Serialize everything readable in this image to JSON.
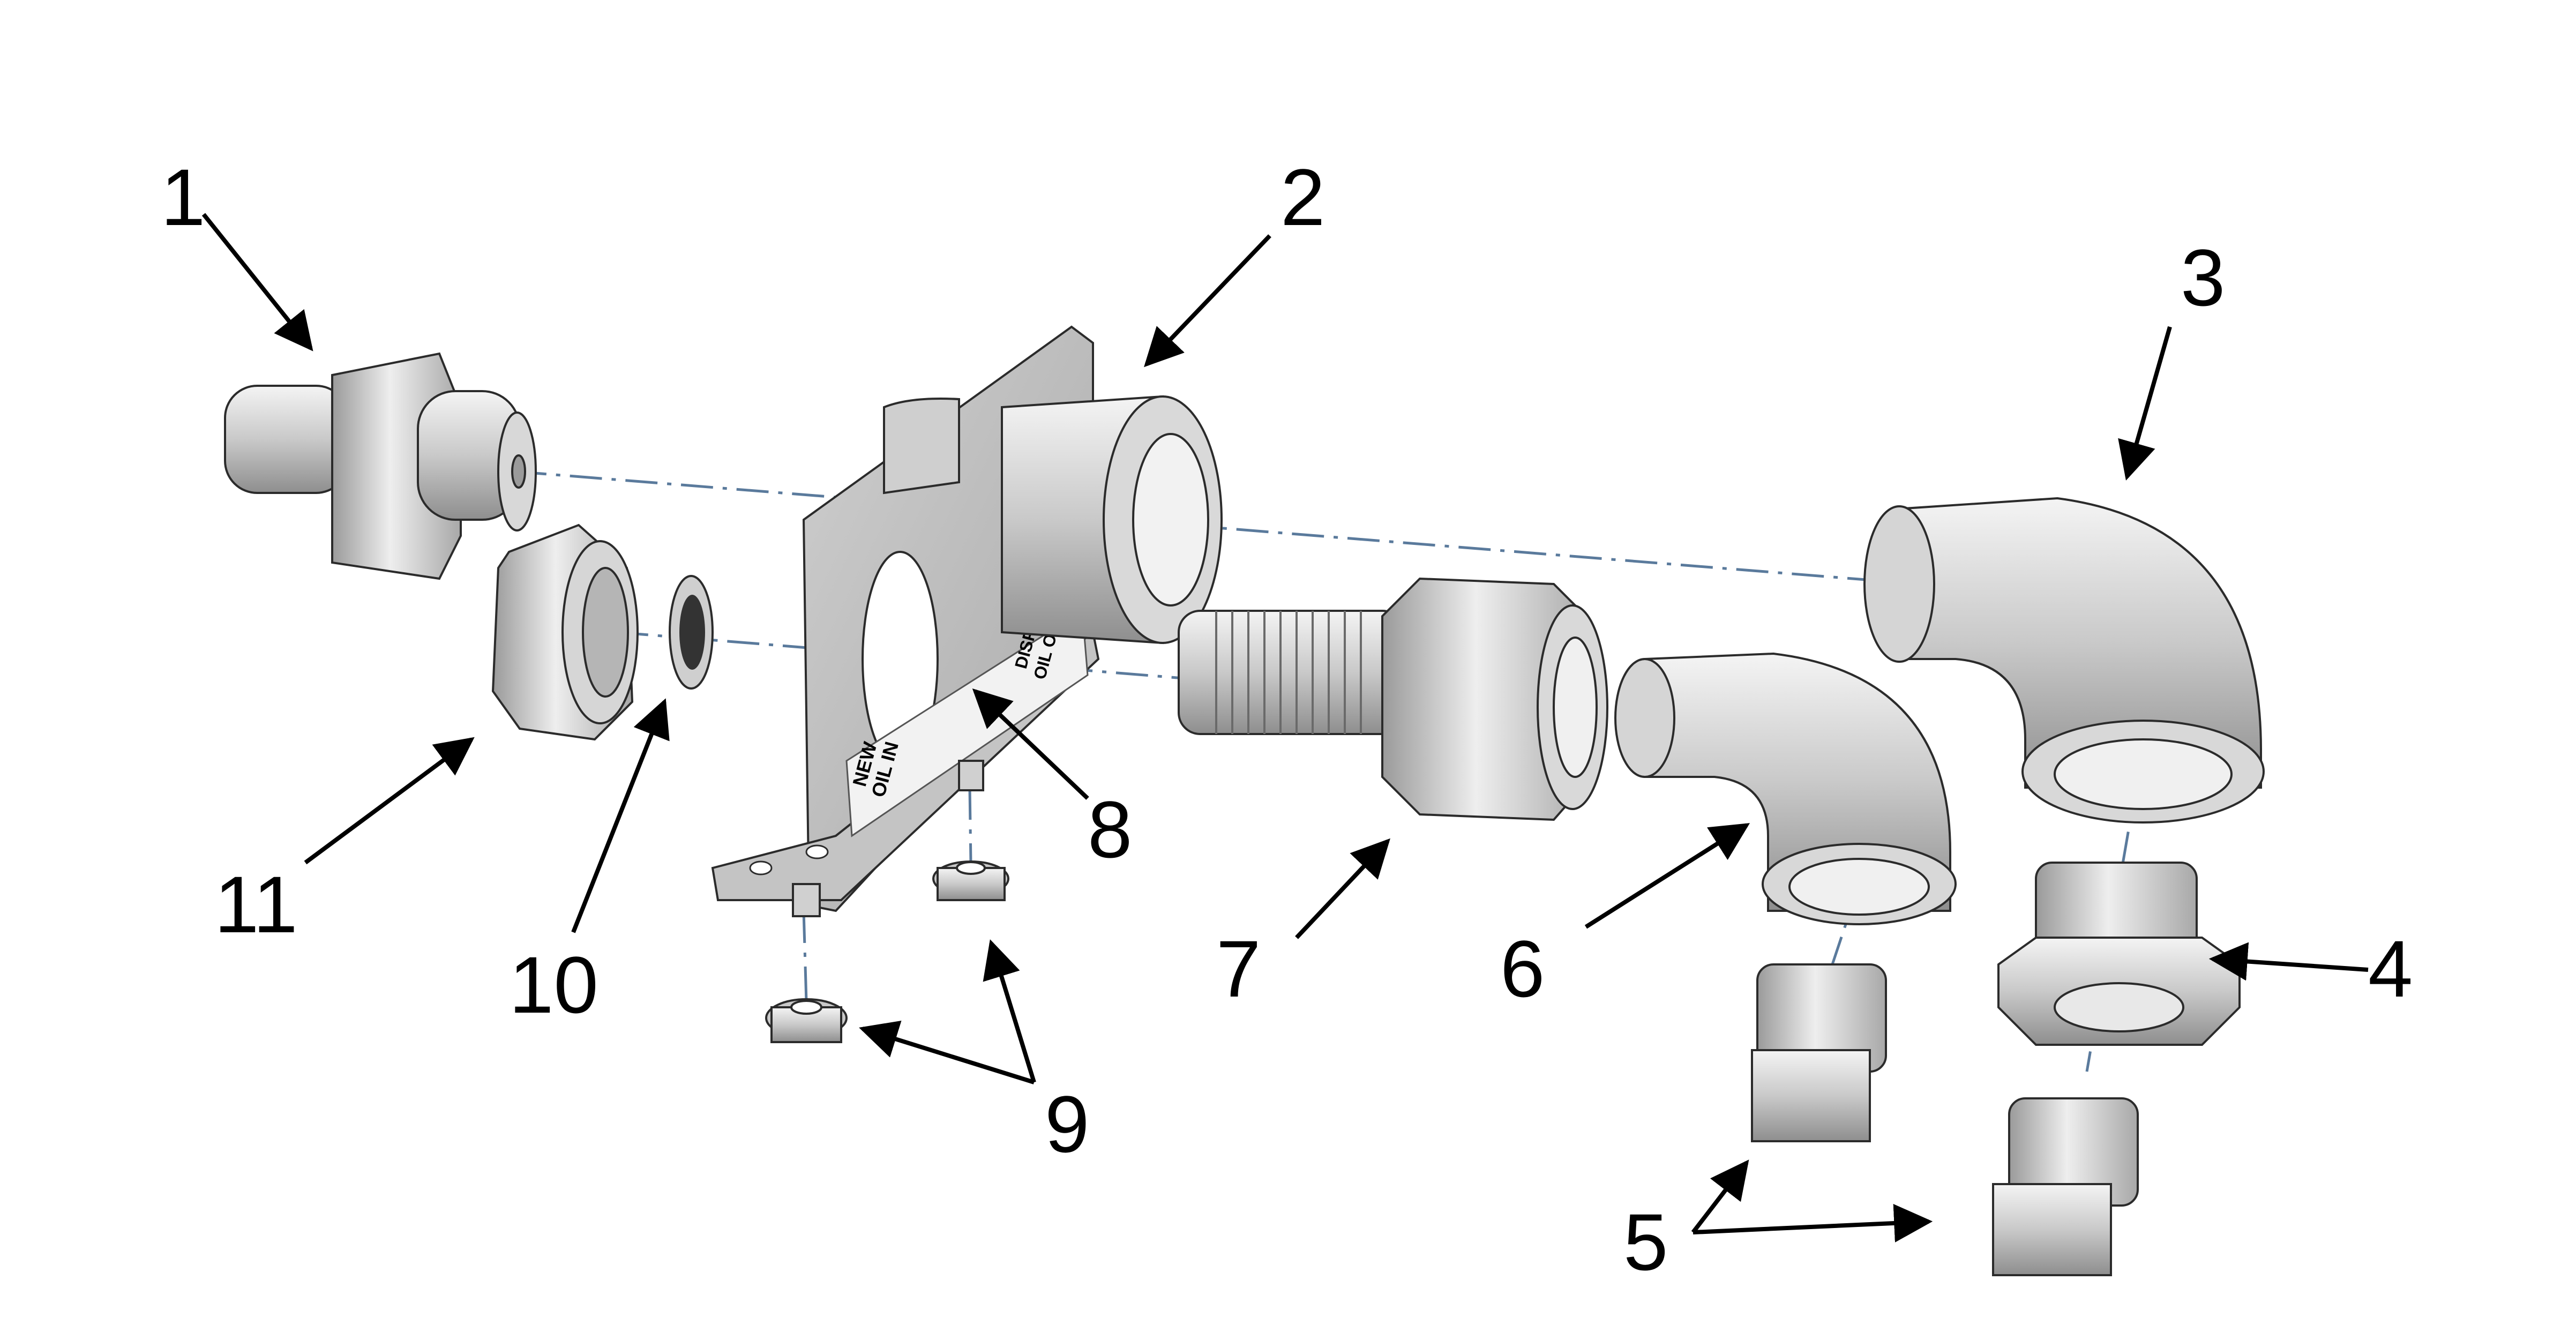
{
  "callouts": [
    {
      "id": "1",
      "label": "1"
    },
    {
      "id": "2",
      "label": "2"
    },
    {
      "id": "3",
      "label": "3"
    },
    {
      "id": "4",
      "label": "4"
    },
    {
      "id": "5",
      "label": "5"
    },
    {
      "id": "6",
      "label": "6"
    },
    {
      "id": "7",
      "label": "7"
    },
    {
      "id": "8",
      "label": "8"
    },
    {
      "id": "9",
      "label": "9"
    },
    {
      "id": "10",
      "label": "10"
    },
    {
      "id": "11",
      "label": "11"
    }
  ],
  "bracket_labels": {
    "new_oil_line1": "NEW",
    "new_oil_line2": "OIL IN",
    "disp_oil_line1": "DISP.",
    "disp_oil_line2": "OIL OUT"
  },
  "colors": {
    "metal_light": "#e6e6e6",
    "metal_mid": "#bdbdbd",
    "metal_dark": "#8a8a8a",
    "axis_line": "#5a7a9c",
    "label_plate": "#f2f2f2"
  }
}
